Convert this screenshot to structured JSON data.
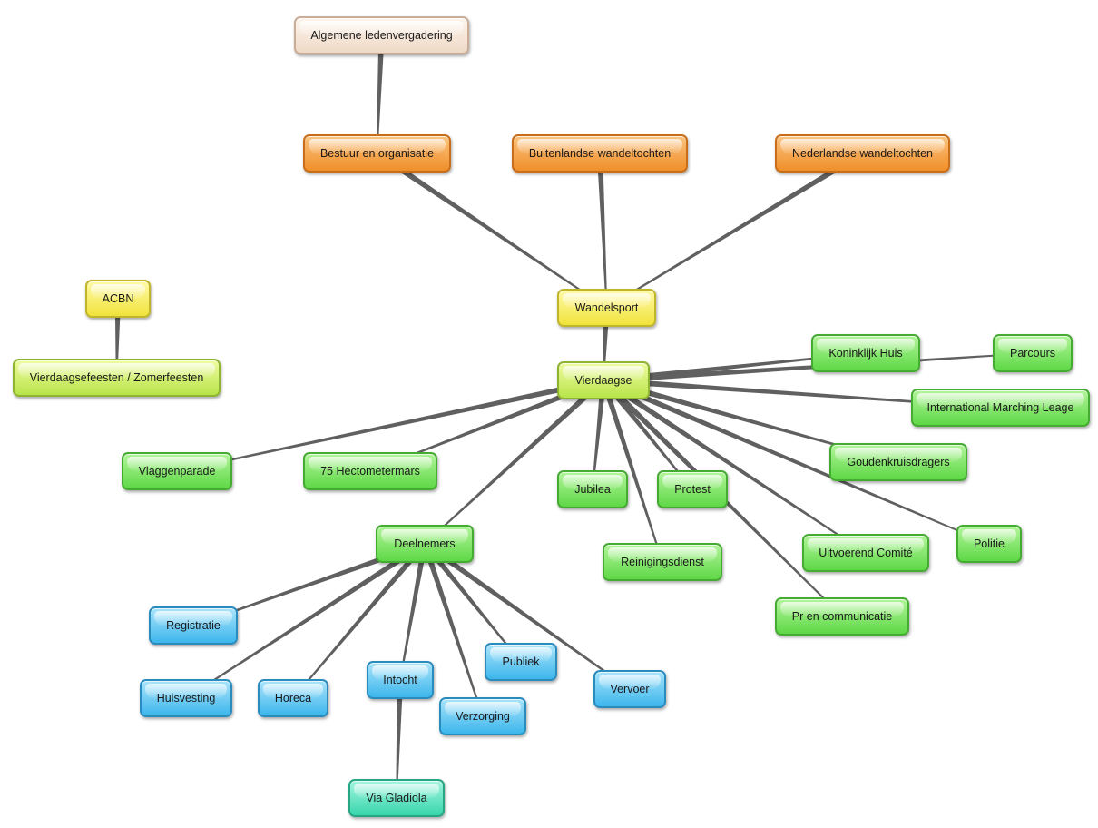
{
  "colors": {
    "peach": "#efd9c6",
    "orange": "#f08f2a",
    "yellow": "#f0e33c",
    "lime": "#b9e44a",
    "green": "#5ed846",
    "blue": "#3db6ec",
    "teal": "#38d6ad",
    "edge": "#606060"
  },
  "nodes": {
    "algemene": {
      "label": "Algemene ledenvergadering"
    },
    "bestuur": {
      "label": "Bestuur en organisatie"
    },
    "buitenlandse": {
      "label": "Buitenlandse wandeltochten"
    },
    "nederlandse": {
      "label": "Nederlandse wandeltochten"
    },
    "acbn": {
      "label": "ACBN"
    },
    "wandelsport": {
      "label": "Wandelsport"
    },
    "vierdaagsefeesten": {
      "label": "Vierdaagsefeesten / Zomerfeesten"
    },
    "vierdaagse": {
      "label": "Vierdaagse"
    },
    "koninklijk": {
      "label": "Koninklijk Huis"
    },
    "parcours": {
      "label": "Parcours"
    },
    "imleage": {
      "label": "International Marching Leage"
    },
    "goudenkruis": {
      "label": "Goudenkruisdragers"
    },
    "vlaggenparade": {
      "label": "Vlaggenparade"
    },
    "hectometermars": {
      "label": "75 Hectometermars"
    },
    "jubilea": {
      "label": "Jubilea"
    },
    "protest": {
      "label": "Protest"
    },
    "politie": {
      "label": "Politie"
    },
    "uitvoerend": {
      "label": "Uitvoerend Comité"
    },
    "deelnemers": {
      "label": "Deelnemers"
    },
    "reinigingsdienst": {
      "label": "Reinigingsdienst"
    },
    "prcommunicatie": {
      "label": "Pr en communicatie"
    },
    "registratie": {
      "label": "Registratie"
    },
    "publiek": {
      "label": "Publiek"
    },
    "intocht": {
      "label": "Intocht"
    },
    "vervoer": {
      "label": "Vervoer"
    },
    "huisvesting": {
      "label": "Huisvesting"
    },
    "horeca": {
      "label": "Horeca"
    },
    "verzorging": {
      "label": "Verzorging"
    },
    "viagladiola": {
      "label": "Via Gladiola"
    }
  },
  "edges": [
    [
      "algemene",
      "bestuur"
    ],
    [
      "bestuur",
      "wandelsport"
    ],
    [
      "buitenlandse",
      "wandelsport"
    ],
    [
      "nederlandse",
      "wandelsport"
    ],
    [
      "wandelsport",
      "vierdaagse"
    ],
    [
      "acbn",
      "vierdaagsefeesten"
    ],
    [
      "vierdaagse",
      "koninklijk"
    ],
    [
      "vierdaagse",
      "parcours"
    ],
    [
      "vierdaagse",
      "imleage"
    ],
    [
      "vierdaagse",
      "goudenkruis"
    ],
    [
      "vierdaagse",
      "vlaggenparade"
    ],
    [
      "vierdaagse",
      "hectometermars"
    ],
    [
      "vierdaagse",
      "jubilea"
    ],
    [
      "vierdaagse",
      "protest"
    ],
    [
      "vierdaagse",
      "politie"
    ],
    [
      "vierdaagse",
      "uitvoerend"
    ],
    [
      "vierdaagse",
      "deelnemers"
    ],
    [
      "vierdaagse",
      "reinigingsdienst"
    ],
    [
      "vierdaagse",
      "prcommunicatie"
    ],
    [
      "deelnemers",
      "registratie"
    ],
    [
      "deelnemers",
      "publiek"
    ],
    [
      "deelnemers",
      "intocht"
    ],
    [
      "deelnemers",
      "vervoer"
    ],
    [
      "deelnemers",
      "huisvesting"
    ],
    [
      "deelnemers",
      "horeca"
    ],
    [
      "deelnemers",
      "verzorging"
    ],
    [
      "intocht",
      "viagladiola"
    ]
  ]
}
